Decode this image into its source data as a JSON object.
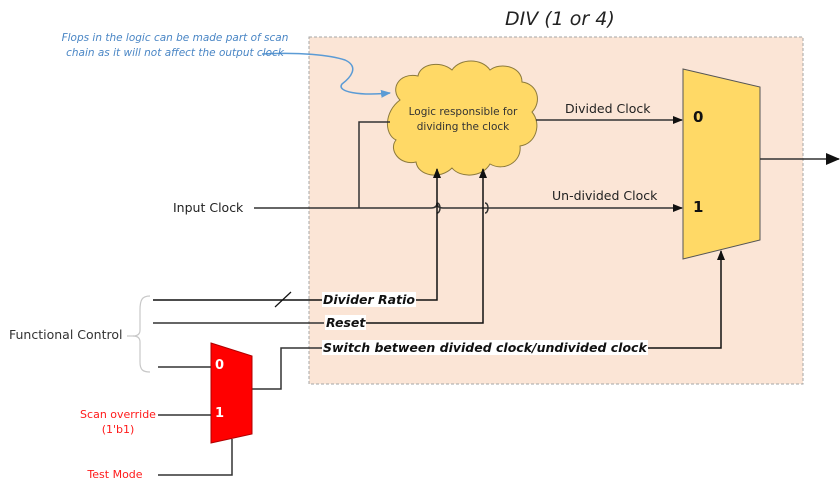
{
  "diagram": {
    "title": "DIV (1 or 4)",
    "annotation_note": "Flops in the logic can be made part of scan chain as it will not affect the output clock",
    "cloud_label": "Logic responsible for dividing the clock",
    "signals": {
      "divided_clock": "Divided Clock",
      "undivided_clock": "Un-divided Clock",
      "input_clock": "Input Clock"
    },
    "output_mux": {
      "input_0_label": "0",
      "input_1_label": "1"
    },
    "control_signals": {
      "divider_ratio": "Divider Ratio",
      "reset": "Reset",
      "switch": "Switch between divided clock/undivided clock"
    },
    "functional_control_label": "Functional Control",
    "scan_mux": {
      "input_0_label": "0",
      "input_1_label": "1"
    },
    "scan_override_label": "Scan override",
    "scan_override_value": "(1'b1)",
    "test_mode_label": "Test Mode",
    "colors": {
      "block_fill": "#fbe5d6",
      "mux_fill": "#ffd966",
      "cloud_fill": "#ffd966",
      "scan_mux_fill": "#ff0000",
      "note_color": "#4a86c5",
      "scan_label_color": "#ff1a1a"
    }
  }
}
